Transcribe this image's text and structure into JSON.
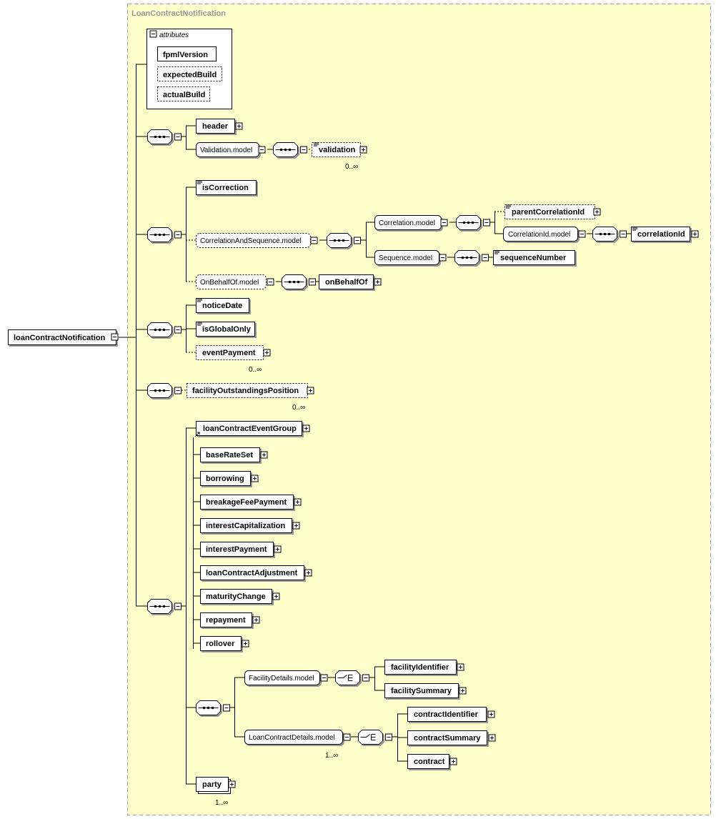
{
  "title": "LoanContractNotification",
  "root": "loanContractNotification",
  "attributes": {
    "heading": "attributes",
    "items": [
      "fpmlVersion",
      "expectedBuild",
      "actualBuild"
    ]
  },
  "elements": {
    "header": "header",
    "validation": "validation",
    "isCorrection": "isCorrection",
    "parentCorrelationId": "parentCorrelationId",
    "correlationId": "correlationId",
    "sequenceNumber": "sequenceNumber",
    "onBehalfOf": "onBehalfOf",
    "noticeDate": "noticeDate",
    "isGlobalOnly": "isGlobalOnly",
    "eventPayment": "eventPayment",
    "facilityOutstandingsPosition": "facilityOutstandingsPosition",
    "loanContractEventGroup": "loanContractEventGroup",
    "baseRateSet": "baseRateSet",
    "borrowing": "borrowing",
    "breakageFeePayment": "breakageFeePayment",
    "interestCapitalization": "interestCapitalization",
    "interestPayment": "interestPayment",
    "loanContractAdjustment": "loanContractAdjustment",
    "maturityChange": "maturityChange",
    "repayment": "repayment",
    "rollover": "rollover",
    "facilityIdentifier": "facilityIdentifier",
    "facilitySummary": "facilitySummary",
    "contractIdentifier": "contractIdentifier",
    "contractSummary": "contractSummary",
    "contract": "contract",
    "party": "party"
  },
  "models": {
    "validationModel": "Validation.model",
    "correlationAndSequenceModel": "CorrelationAndSequence.model",
    "correlationModel": "Correlation.model",
    "correlationIdModel": "CorrelationId.model",
    "sequenceModel": "Sequence.model",
    "onBehalfOfModel": "OnBehalfOf.model",
    "facilityDetailsModel": "FacilityDetails.model",
    "loanContractDetailsModel": "LoanContractDetails.model"
  },
  "occurrences": {
    "validation": "0..∞",
    "eventPayment": "0..∞",
    "facilityOutstandingsPosition": "0..∞",
    "loanContractDetails": "1..∞",
    "party": "1..∞"
  },
  "colors": {
    "background": "#ffffcc",
    "frameBorder": "#a8a8a8",
    "line": "#000000",
    "box": "#ffffff"
  }
}
